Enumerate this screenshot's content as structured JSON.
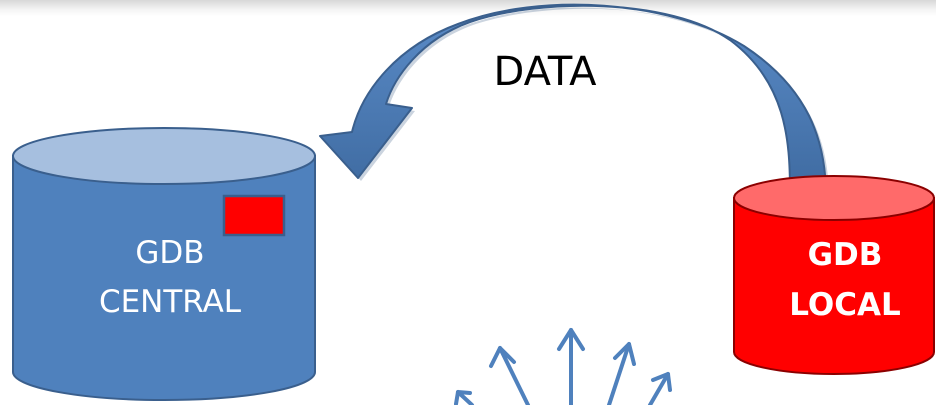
{
  "arrow_label": "DATA",
  "central_db": {
    "line1": "GDB",
    "line2": "CENTRAL"
  },
  "local_db": {
    "line1": "GDB",
    "line2": "LOCAL"
  },
  "colors": {
    "central_body": "#4f81bd",
    "central_top": "#a6bfdf",
    "local_body": "#ff0000",
    "local_top": "#ff6a6a",
    "arrow_blue": "#4f81bd",
    "outline_blue": "#3a5f8d",
    "outline_red": "#8b0000"
  }
}
